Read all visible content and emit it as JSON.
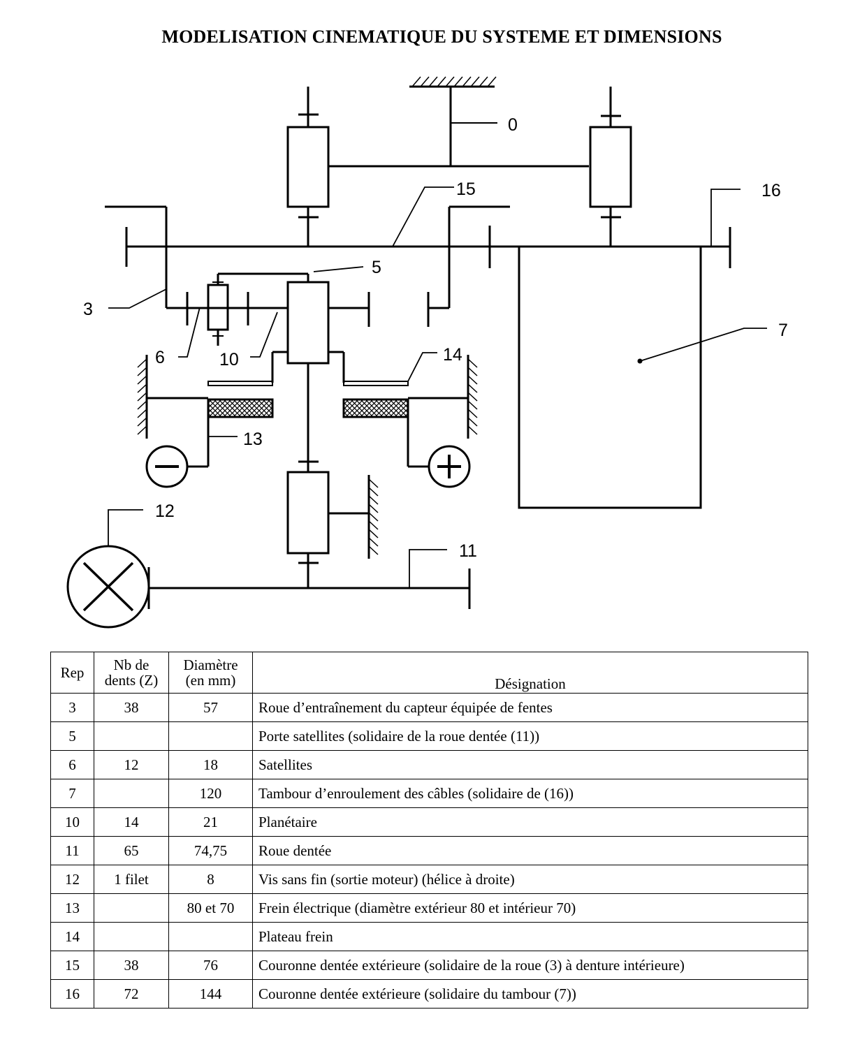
{
  "title": "MODELISATION CINEMATIQUE DU SYSTEME ET DIMENSIONS",
  "diagram_labels": {
    "l0": "0",
    "l3": "3",
    "l5": "5",
    "l6": "6",
    "l7": "7",
    "l10": "10",
    "l11": "11",
    "l12": "12",
    "l13": "13",
    "l14": "14",
    "l15": "15",
    "l16": "16"
  },
  "table": {
    "headers": {
      "rep": "Rep",
      "teeth_line1": "Nb de",
      "teeth_line2": "dents (Z)",
      "diam_line1": "Diamètre",
      "diam_line2": "(en mm)",
      "designation": "Désignation"
    },
    "rows": [
      {
        "rep": "3",
        "teeth": "38",
        "diameter": "57",
        "designation": "Roue d’entraînement du capteur équipée de fentes"
      },
      {
        "rep": "5",
        "teeth": "",
        "diameter": "",
        "designation": "Porte satellites (solidaire de la roue dentée (11))"
      },
      {
        "rep": "6",
        "teeth": "12",
        "diameter": "18",
        "designation": "Satellites"
      },
      {
        "rep": "7",
        "teeth": "",
        "diameter": "120",
        "designation": "Tambour d’enroulement des câbles (solidaire de (16))"
      },
      {
        "rep": "10",
        "teeth": "14",
        "diameter": "21",
        "designation": "Planétaire"
      },
      {
        "rep": "11",
        "teeth": "65",
        "diameter": "74,75",
        "designation": "Roue dentée"
      },
      {
        "rep": "12",
        "teeth": "1 filet",
        "diameter": "8",
        "designation": "Vis sans fin (sortie moteur) (hélice à droite)"
      },
      {
        "rep": "13",
        "teeth": "",
        "diameter": "80 et 70",
        "designation": "Frein électrique (diamètre extérieur 80 et intérieur 70)"
      },
      {
        "rep": "14",
        "teeth": "",
        "diameter": "",
        "designation": "Plateau frein"
      },
      {
        "rep": "15",
        "teeth": "38",
        "diameter": "76",
        "designation": "Couronne dentée extérieure (solidaire de la roue (3) à denture intérieure)"
      },
      {
        "rep": "16",
        "teeth": "72",
        "diameter": "144",
        "designation": "Couronne dentée extérieure (solidaire du tambour (7))"
      }
    ]
  }
}
